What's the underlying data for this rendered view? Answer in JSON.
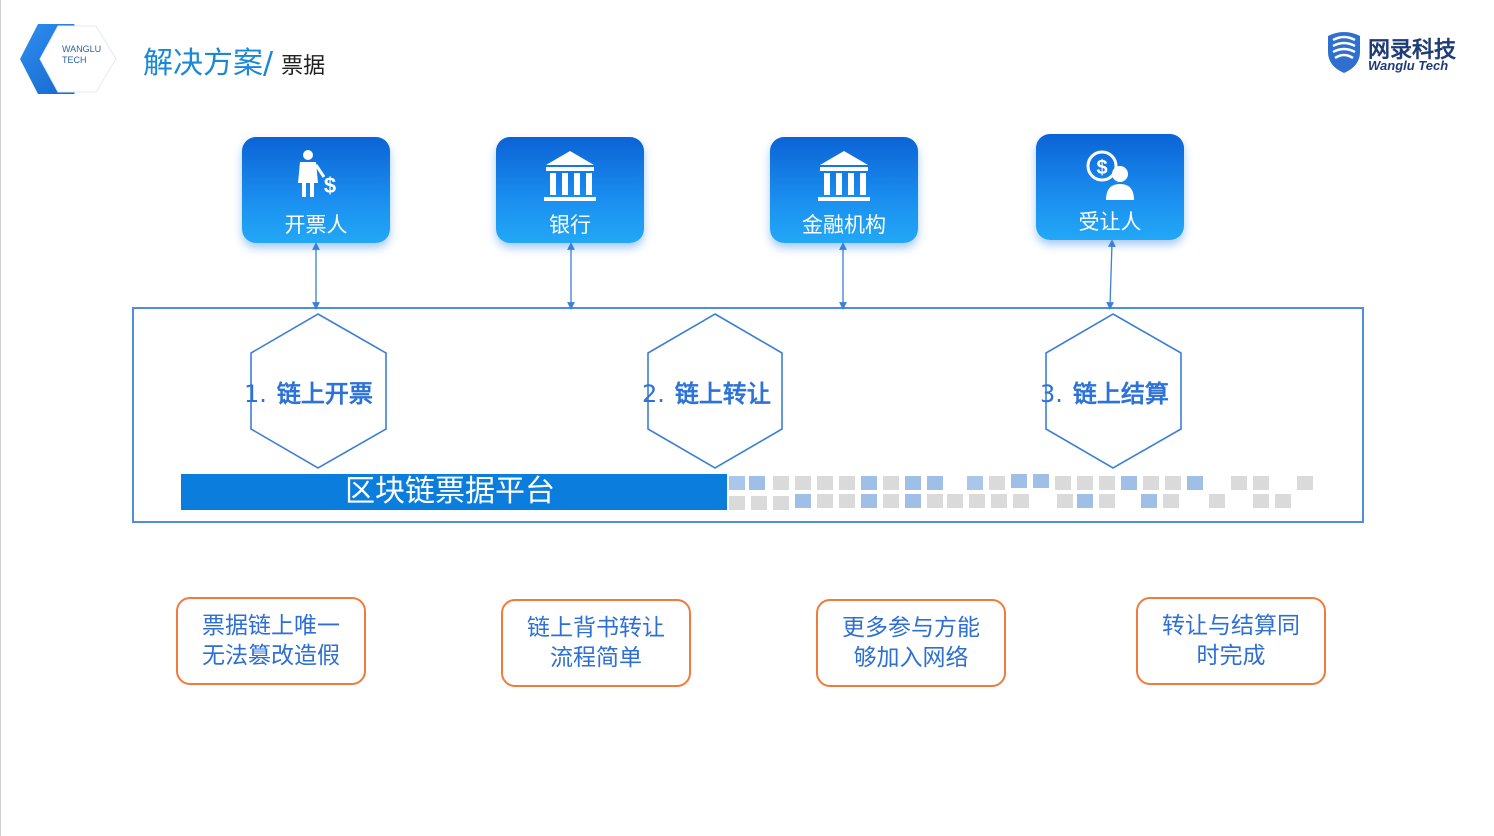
{
  "header": {
    "logo_text_line1": "WANGLU",
    "logo_text_line2": "TECH",
    "title": "解决方案/",
    "subtitle": "票据"
  },
  "brand": {
    "name_cn": "网录科技",
    "name_en": "Wanglu Tech"
  },
  "participants": [
    {
      "label": "开票人",
      "icon": "businessman-dollar-icon"
    },
    {
      "label": "银行",
      "icon": "bank-building-icon"
    },
    {
      "label": "金融机构",
      "icon": "bank-building-icon"
    },
    {
      "label": "受让人",
      "icon": "person-dollar-icon"
    }
  ],
  "steps": [
    {
      "num": "1.",
      "label": "链上开票"
    },
    {
      "num": "2.",
      "label": "链上转让"
    },
    {
      "num": "3.",
      "label": "链上结算"
    }
  ],
  "platform": {
    "label": "区块链票据平台"
  },
  "benefits": [
    {
      "line1": "票据链上唯一",
      "line2": "无法篡改造假"
    },
    {
      "line1": "链上背书转让",
      "line2": "流程简单"
    },
    {
      "line1": "更多参与方能",
      "line2": "够加入网络"
    },
    {
      "line1": "转让与结算同",
      "line2": "时完成"
    }
  ],
  "colors": {
    "accent_blue": "#0a7ddd",
    "tile_blue": "#1b8ff0",
    "step_text": "#2d72d8",
    "card_border": "#f07b3c",
    "brand_navy": "#1f3c78"
  }
}
